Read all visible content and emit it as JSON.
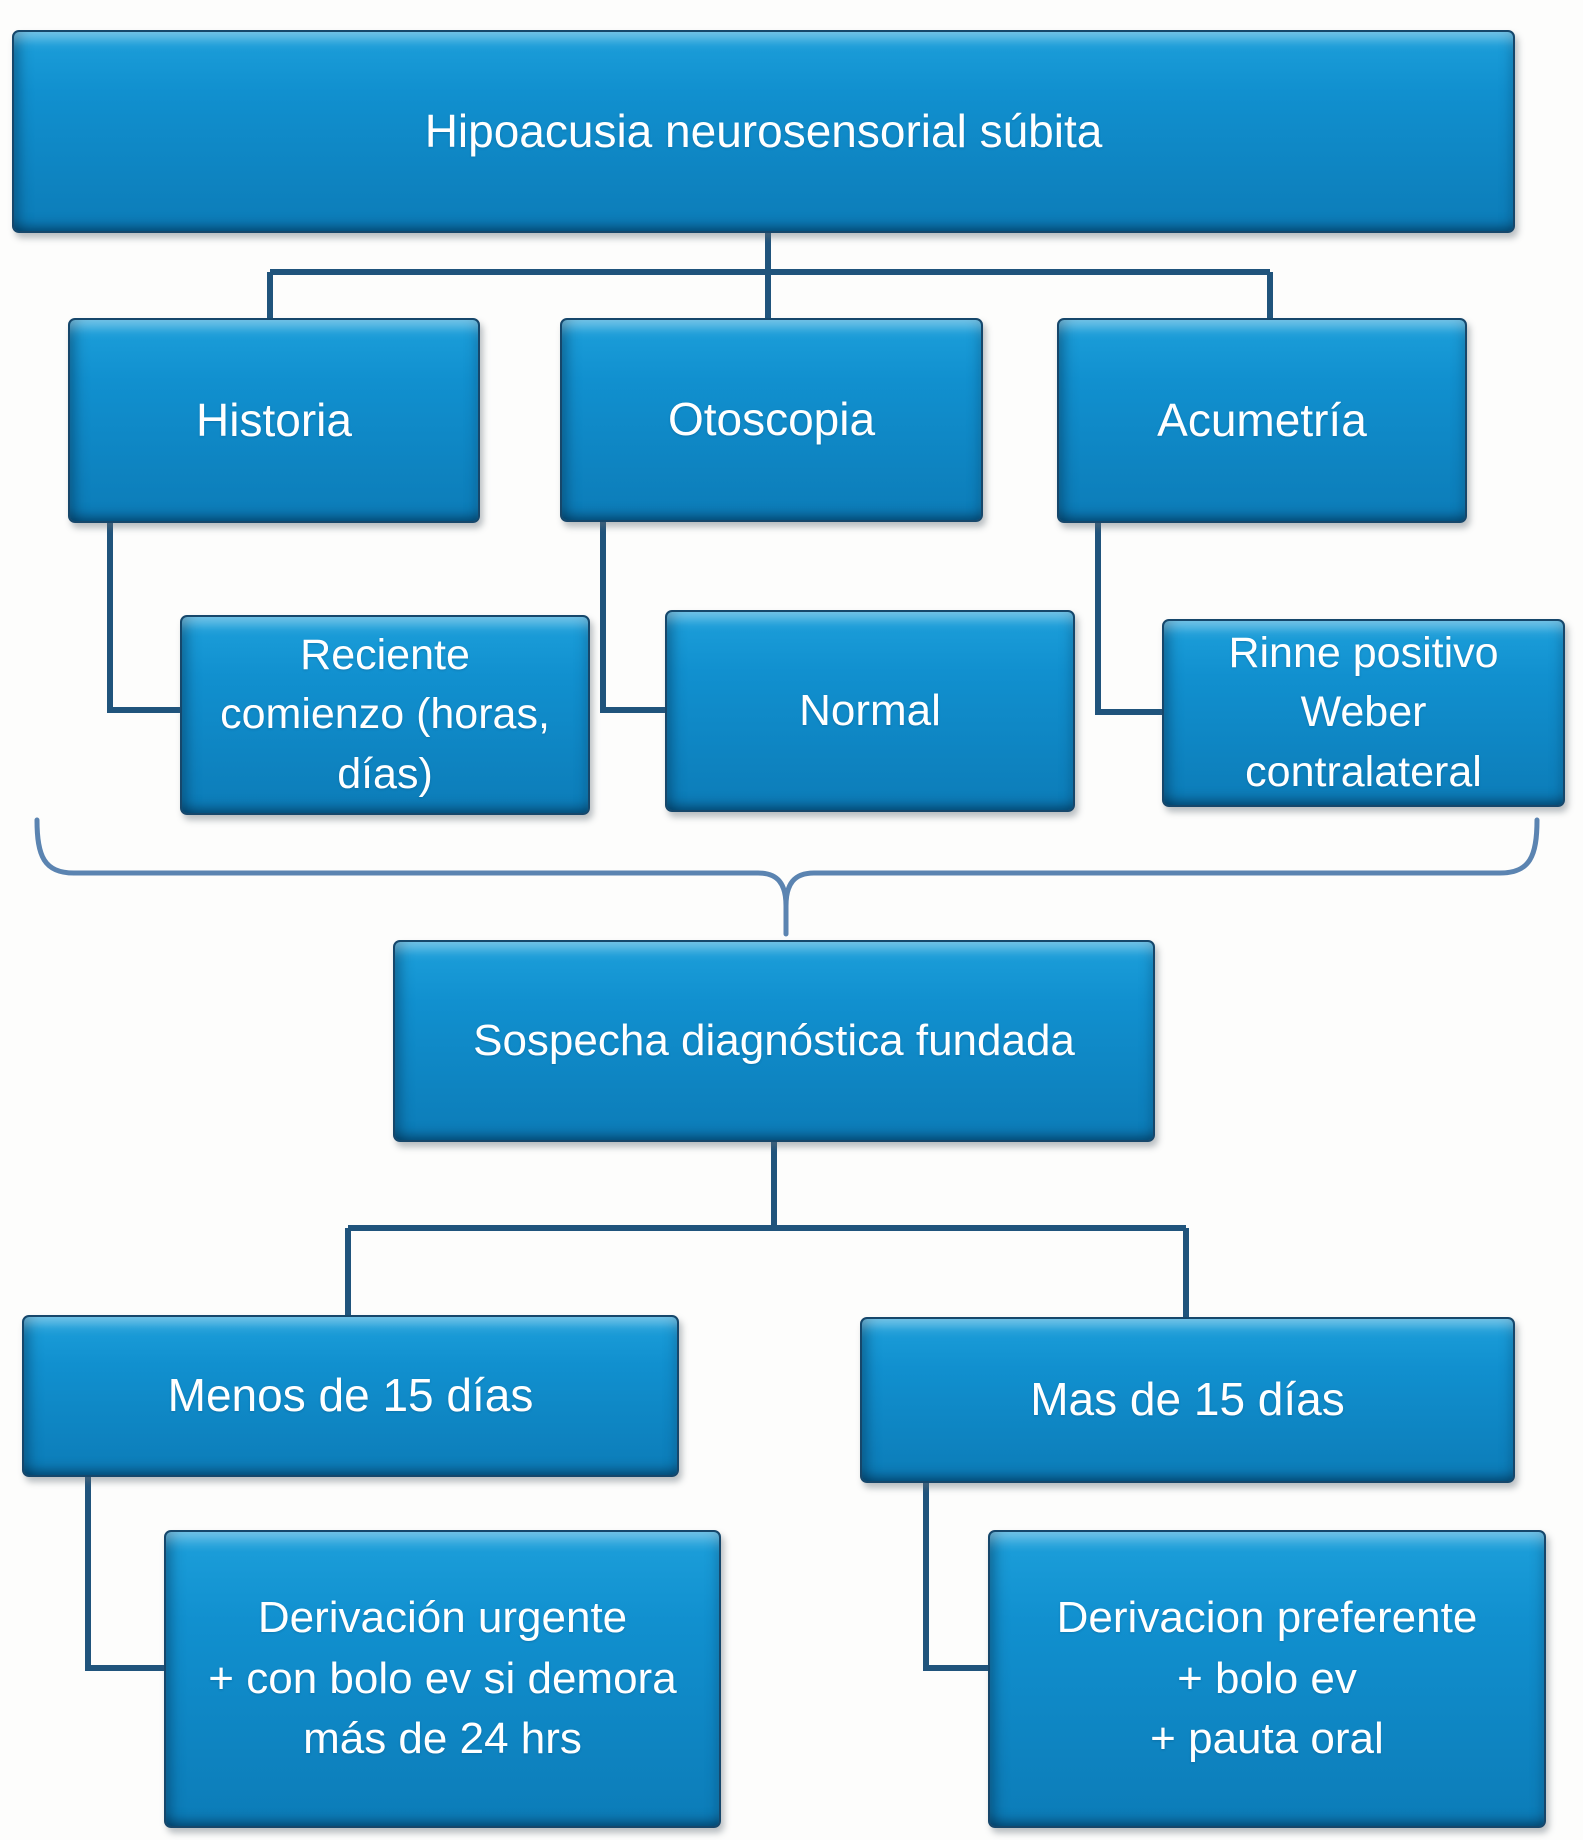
{
  "diagram": {
    "root": {
      "label": "Hipoacusia neurosensorial súbita"
    },
    "exams": [
      {
        "label": "Historia",
        "finding": "Reciente\ncomienzo (horas,\ndías)"
      },
      {
        "label": "Otoscopia",
        "finding": "Normal"
      },
      {
        "label": "Acumetría",
        "finding": "Rinne positivo\nWeber\ncontralateral"
      }
    ],
    "suspicion": {
      "label": "Sospecha diagnóstica fundada"
    },
    "branches": [
      {
        "label": "Menos de 15 días",
        "action": "Derivación urgente\n+ con bolo ev si demora\nmás de 24 hrs"
      },
      {
        "label": "Mas de 15 días",
        "action": "Derivacion preferente\n+ bolo ev\n+ pauta oral"
      }
    ],
    "edges": [
      {
        "from": "Hipoacusia neurosensorial súbita",
        "to": "Historia"
      },
      {
        "from": "Hipoacusia neurosensorial súbita",
        "to": "Otoscopia"
      },
      {
        "from": "Hipoacusia neurosensorial súbita",
        "to": "Acumetría"
      },
      {
        "from": "Historia",
        "to": "Reciente comienzo (horas, días)"
      },
      {
        "from": "Otoscopia",
        "to": "Normal"
      },
      {
        "from": "Acumetría",
        "to": "Rinne positivo Weber contralateral"
      },
      {
        "from": "Reciente comienzo (horas, días) + Normal + Rinne positivo Weber contralateral",
        "to": "Sospecha diagnóstica fundada",
        "style": "brace"
      },
      {
        "from": "Sospecha diagnóstica fundada",
        "to": "Menos de 15 días"
      },
      {
        "from": "Sospecha diagnóstica fundada",
        "to": "Mas de 15 días"
      },
      {
        "from": "Menos de 15 días",
        "to": "Derivación urgente + con bolo ev si demora más de 24 hrs"
      },
      {
        "from": "Mas de 15 días",
        "to": "Derivacion preferente + bolo ev + pauta oral"
      }
    ]
  },
  "colors": {
    "node_fill_top": "#31a9de",
    "node_fill": "#1190cf",
    "node_fill_bottom": "#0c7cb8",
    "node_border": "#16476b",
    "connector": "#20547c",
    "brace": "#5b84b1",
    "text": "#ffffff",
    "background": "#fdfdfc"
  }
}
